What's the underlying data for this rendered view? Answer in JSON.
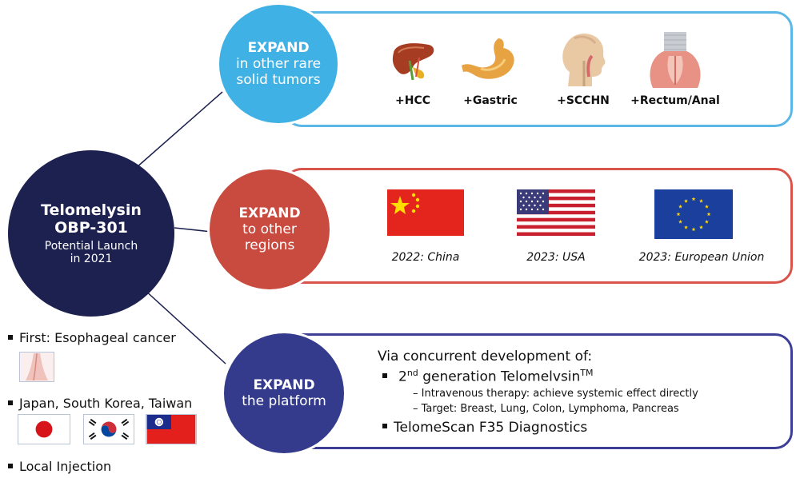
{
  "center": {
    "title": "Telomelysin",
    "code": "OBP-301",
    "line1": "Potential Launch",
    "line2": "in 2021",
    "color": "#1d2150"
  },
  "tumors": {
    "circle_title": "EXPAND",
    "circle_line1": "in other rare",
    "circle_line2": "solid tumors",
    "color": "#3fb1e4",
    "items": [
      {
        "label": "+HCC",
        "icon": "liver-icon"
      },
      {
        "label": "+Gastric",
        "icon": "stomach-icon"
      },
      {
        "label": "+SCCHN",
        "icon": "head-neck-icon"
      },
      {
        "label": "+Rectum/Anal",
        "icon": "rectum-icon"
      }
    ]
  },
  "regions": {
    "circle_title": "EXPAND",
    "circle_line1": "to other",
    "circle_line2": "regions",
    "color": "#c94a3f",
    "items": [
      {
        "label": "2022: China",
        "icon": "china-flag-icon"
      },
      {
        "label": "2023: USA",
        "icon": "usa-flag-icon"
      },
      {
        "label": "2023:  European Union",
        "icon": "eu-flag-icon"
      }
    ]
  },
  "platform": {
    "circle_title": "EXPAND",
    "circle_line1": "the platform",
    "color": "#343a8c",
    "heading": "Via concurrent development of:",
    "bullet1_pre": "2",
    "bullet1_sup": "nd",
    "bullet1_post": " generation Telomelvsin",
    "bullet1_tm": "TM",
    "sub1": "Intravenous therapy:  achieve systemic effect directly",
    "sub2": "Target: Breast, Lung, Colon, Lymphoma, Pancreas",
    "bullet2": "TelomeScan F35 Diagnostics"
  },
  "left": {
    "first": "First: Esophageal cancer",
    "countries": "Japan, South Korea, Taiwan",
    "injection": "Local Injection",
    "flags": [
      "japan-flag-icon",
      "korea-flag-icon",
      "taiwan-flag-icon"
    ]
  }
}
